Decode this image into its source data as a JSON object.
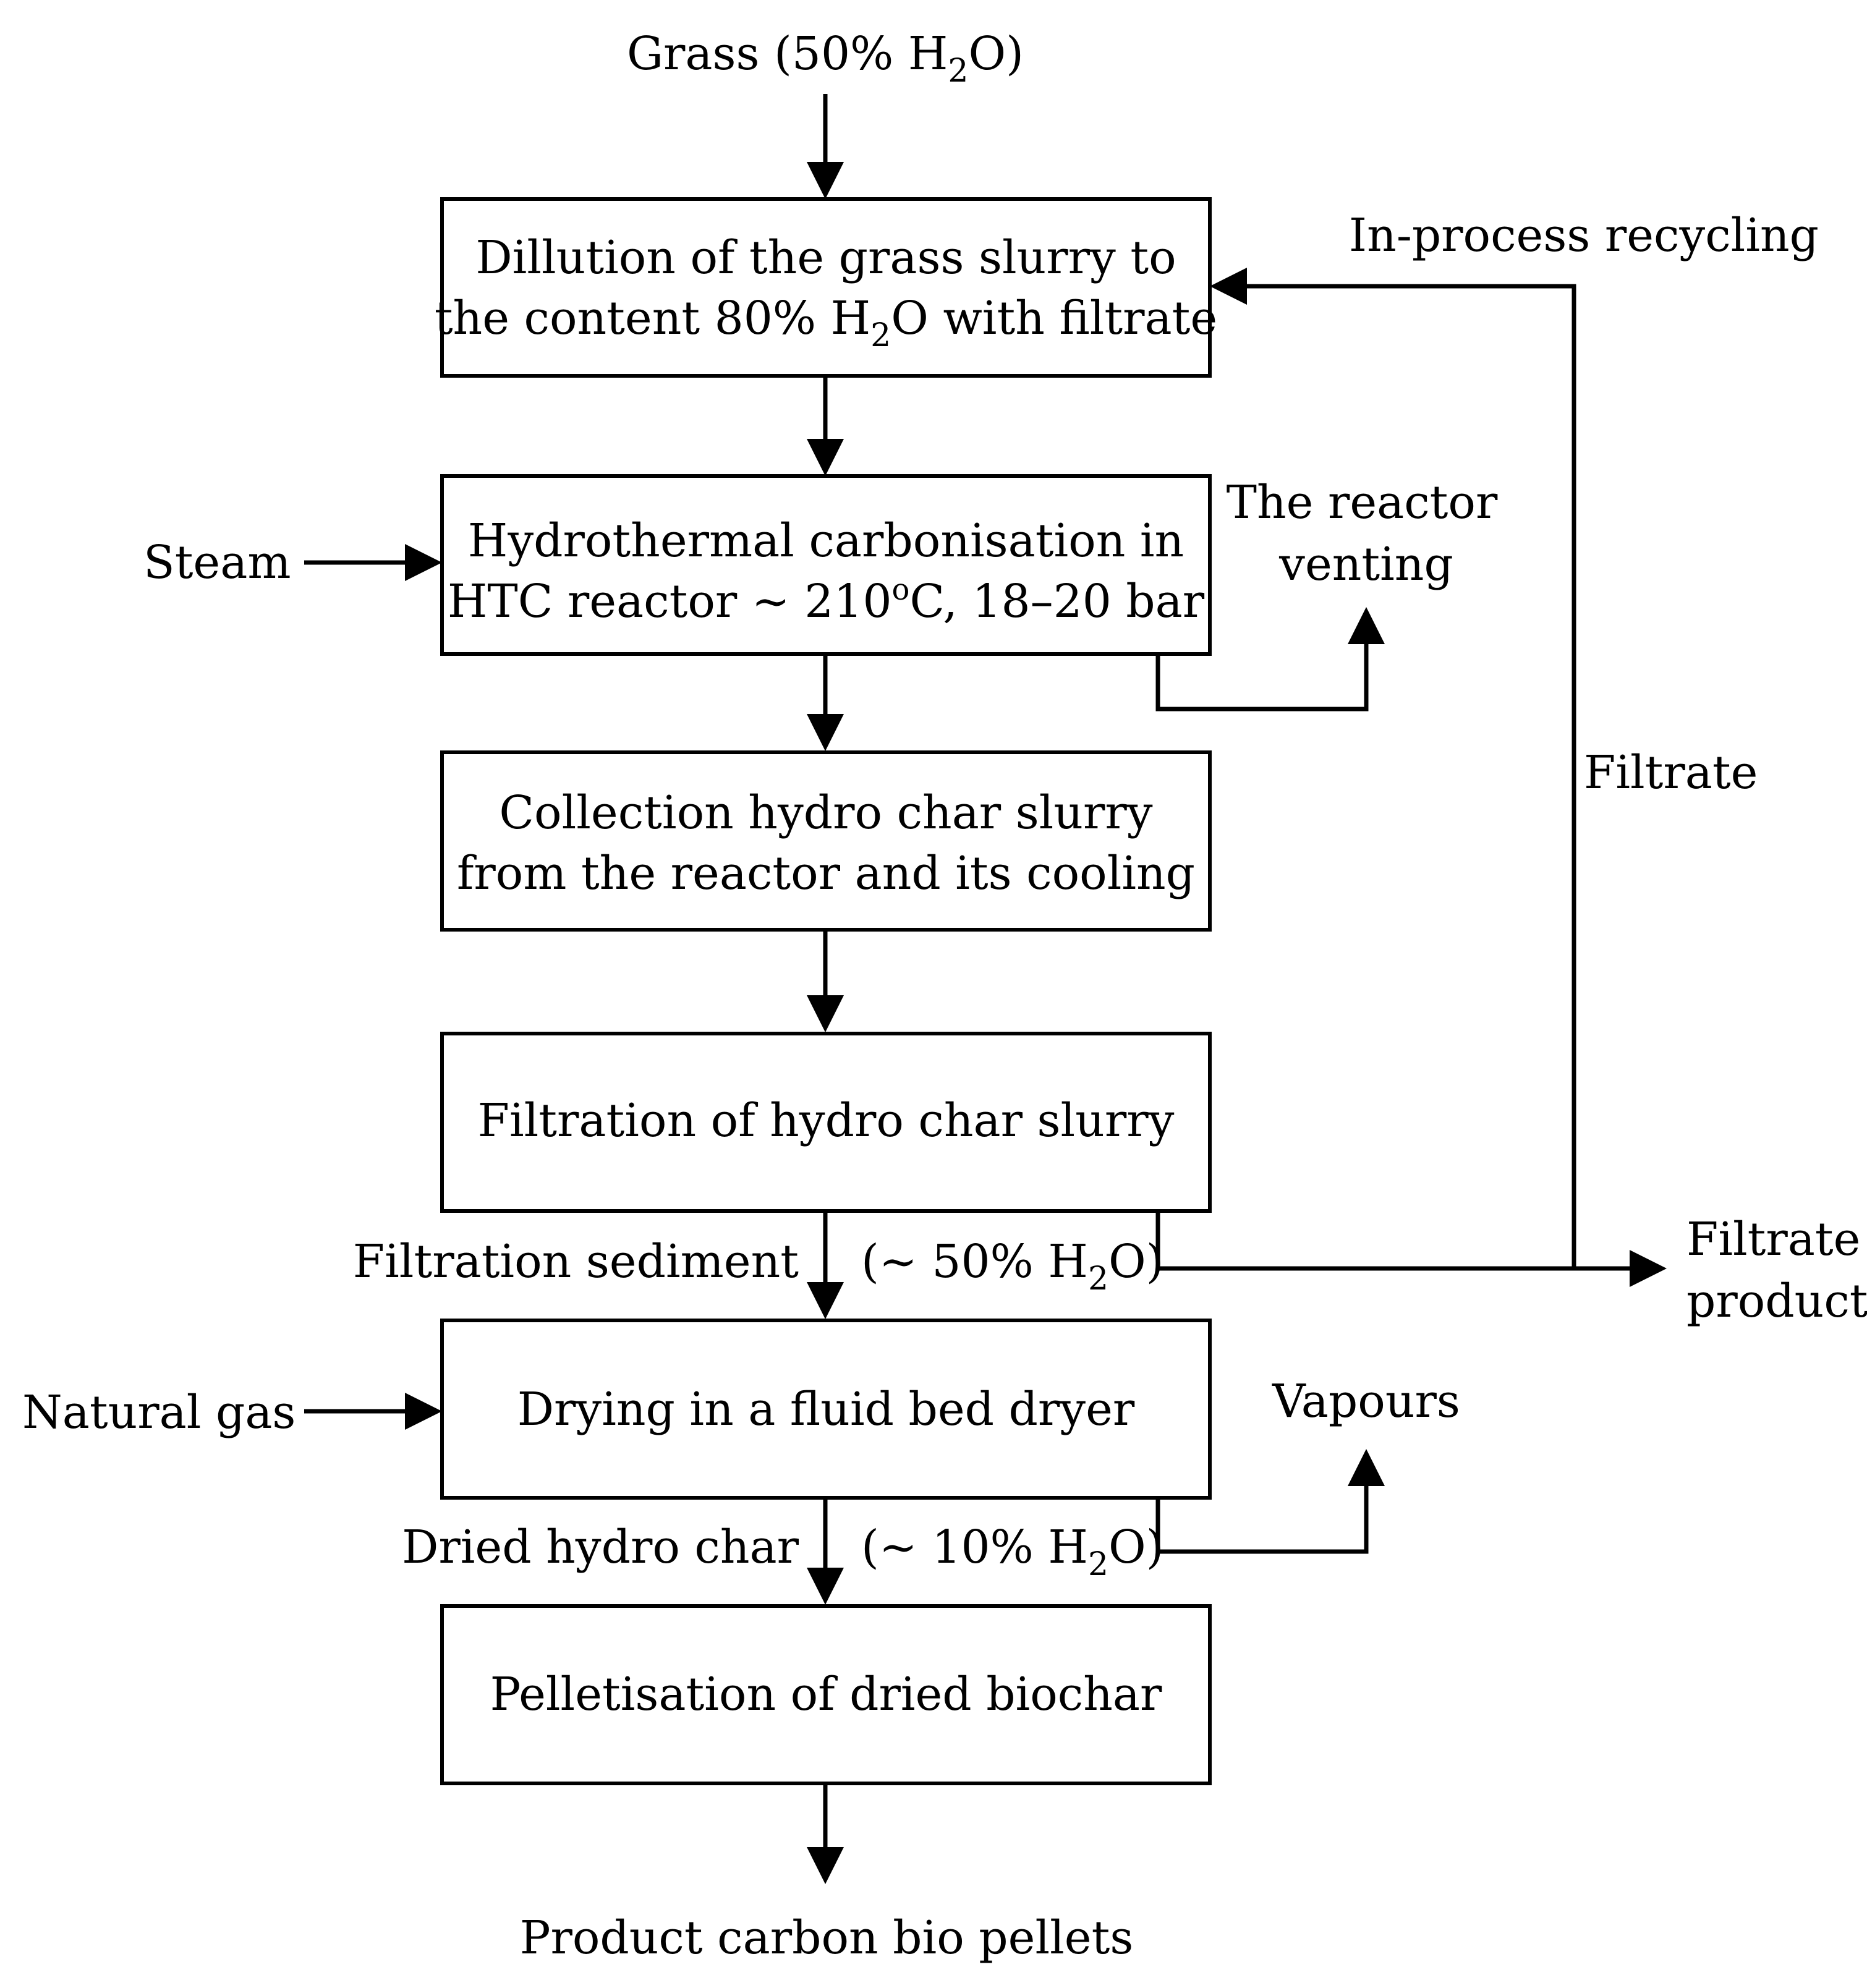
{
  "inputs": {
    "grass": {
      "text": "Grass (50% H",
      "sub": "2",
      "tail": "O)"
    },
    "steam": "Steam",
    "natural_gas": "Natural gas"
  },
  "boxes": {
    "dilution": {
      "line1": "Dillution of the grass slurry to",
      "line2_pre": "the content 80% H",
      "line2_sub": "2",
      "line2_post": "O with filtrate"
    },
    "htc": {
      "line1": "Hydrothermal carbonisation in",
      "line2_pre": "HTC reactor ~ 210",
      "line2_sup": "o",
      "line2_post": "C, 18–20 bar"
    },
    "collection": {
      "line1": "Collection hydro char slurry",
      "line2": "from the reactor and its cooling"
    },
    "filtration": "Filtration of hydro char slurry",
    "drying": "Drying in a fluid bed dryer",
    "pelletisation": "Pelletisation of dried biochar"
  },
  "side_labels": {
    "recycling": "In-process recycling",
    "venting_line1": "The reactor",
    "venting_line2": "venting",
    "filtrate": "Filtrate",
    "filtrate_product_line1": "Filtrate",
    "filtrate_product_line2": "product",
    "vapours": "Vapours"
  },
  "flow_labels": {
    "sediment": "Filtration sediment",
    "sediment_water": {
      "pre": "(~ 50% H",
      "sub": "2",
      "post": "O)"
    },
    "dried": "Dried hydro char",
    "dried_water": {
      "pre": "(~ 10% H",
      "sub": "2",
      "post": "O)"
    }
  },
  "output": "Product carbon bio pellets"
}
